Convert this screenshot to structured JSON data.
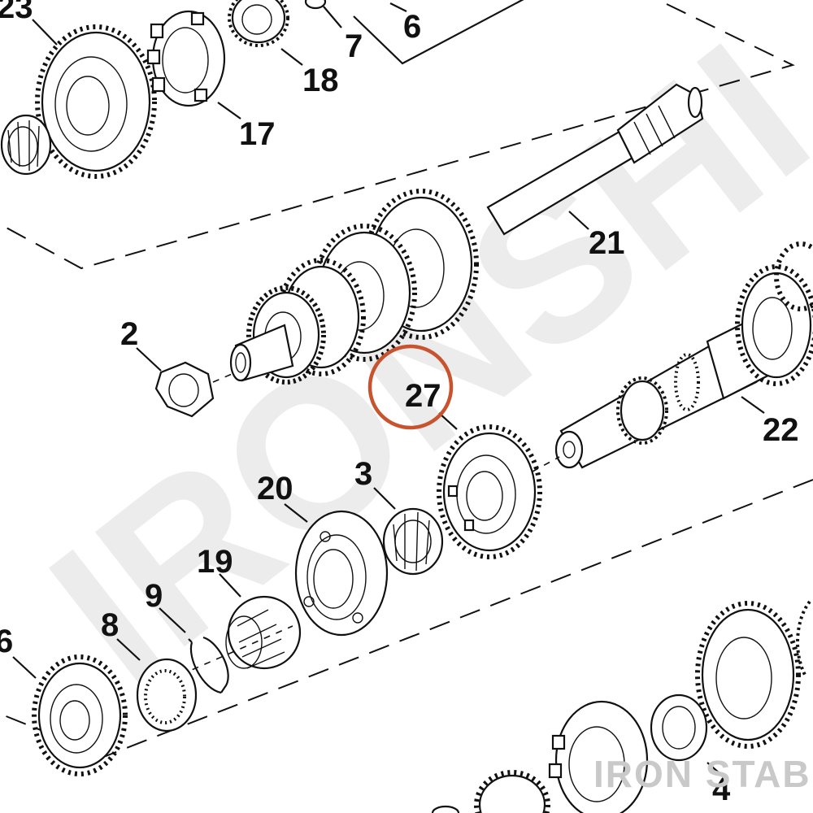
{
  "watermark": {
    "text": "IRONSHI",
    "color": "#ececec"
  },
  "brand": {
    "text": "IRON STABLE",
    "color": "#c9c9c9"
  },
  "highlight": {
    "label": "27",
    "color": "#c8532f"
  },
  "callouts": {
    "n23": "23",
    "n6a": "6",
    "n7": "7",
    "n18": "18",
    "n17": "17",
    "n21": "21",
    "n2": "2",
    "n27": "27",
    "n22": "22",
    "n3": "3",
    "n20": "20",
    "n19": "19",
    "n9": "9",
    "n8": "8",
    "n6b": "6",
    "n4": "4"
  }
}
